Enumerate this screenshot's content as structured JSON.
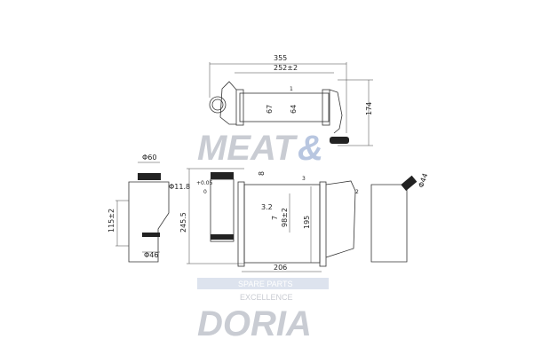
{
  "watermark": {
    "line1": "MEAT",
    "amp": "&",
    "line2": "DORIA",
    "tagline1": "SPARE PARTS",
    "tagline2": "EXCELLENCE"
  },
  "dimensions": {
    "top_overall": "355",
    "top_core": "252±2",
    "top_height": "174",
    "top_d1": "67",
    "top_d2": "64",
    "left_pipe_dia": "Φ60",
    "left_height": "115±2",
    "left_outlet_dia": "Φ46",
    "hole_dia": "Φ11.8",
    "hole_tol_upper": "+0.05",
    "hole_tol_lower": "0",
    "dim_8": "8",
    "dim_3_2": "3.2",
    "dim_7": "7",
    "dim_98": "98±2",
    "front_height": "195",
    "overall_height": "245.5",
    "front_width": "206",
    "right_pipe_dia": "Φ44"
  },
  "callouts": [
    "1",
    "2",
    "3"
  ]
}
